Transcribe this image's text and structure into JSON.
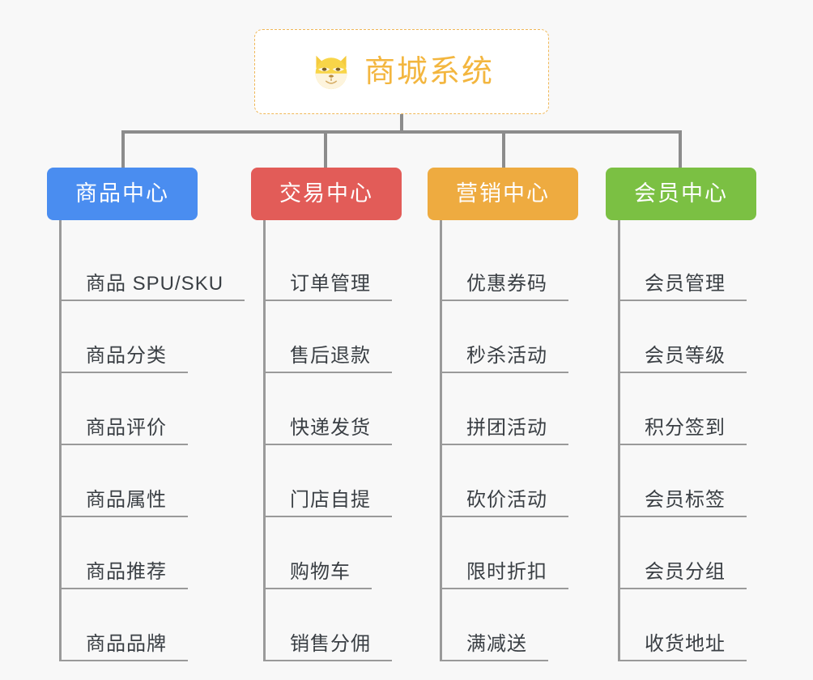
{
  "canvas": {
    "background": "#f8f8f8",
    "connector_color": "#8c8c8c",
    "leaf_line_color": "#9a9a9a",
    "leaf_text_color": "#3a3f44"
  },
  "root": {
    "icon": "shiba-dog-face-icon",
    "title": "商城系统",
    "text_color": "#f3b63f",
    "border_color": "#f0b858",
    "background": "#ffffff"
  },
  "columns": [
    {
      "id": "product-center",
      "label": "商品中心",
      "color": "#4a8df0",
      "items": [
        "商品 SPU/SKU",
        "商品分类",
        "商品评价",
        "商品属性",
        "商品推荐",
        "商品品牌"
      ]
    },
    {
      "id": "trade-center",
      "label": "交易中心",
      "color": "#e25c58",
      "items": [
        "订单管理",
        "售后退款",
        "快递发货",
        "门店自提",
        "购物车",
        "销售分佣"
      ]
    },
    {
      "id": "marketing-center",
      "label": "营销中心",
      "color": "#eeab40",
      "items": [
        "优惠券码",
        "秒杀活动",
        "拼团活动",
        "砍价活动",
        "限时折扣",
        "满减送"
      ]
    },
    {
      "id": "member-center",
      "label": "会员中心",
      "color": "#7bc043",
      "items": [
        "会员管理",
        "会员等级",
        "积分签到",
        "会员标签",
        "会员分组",
        "收货地址"
      ]
    }
  ]
}
